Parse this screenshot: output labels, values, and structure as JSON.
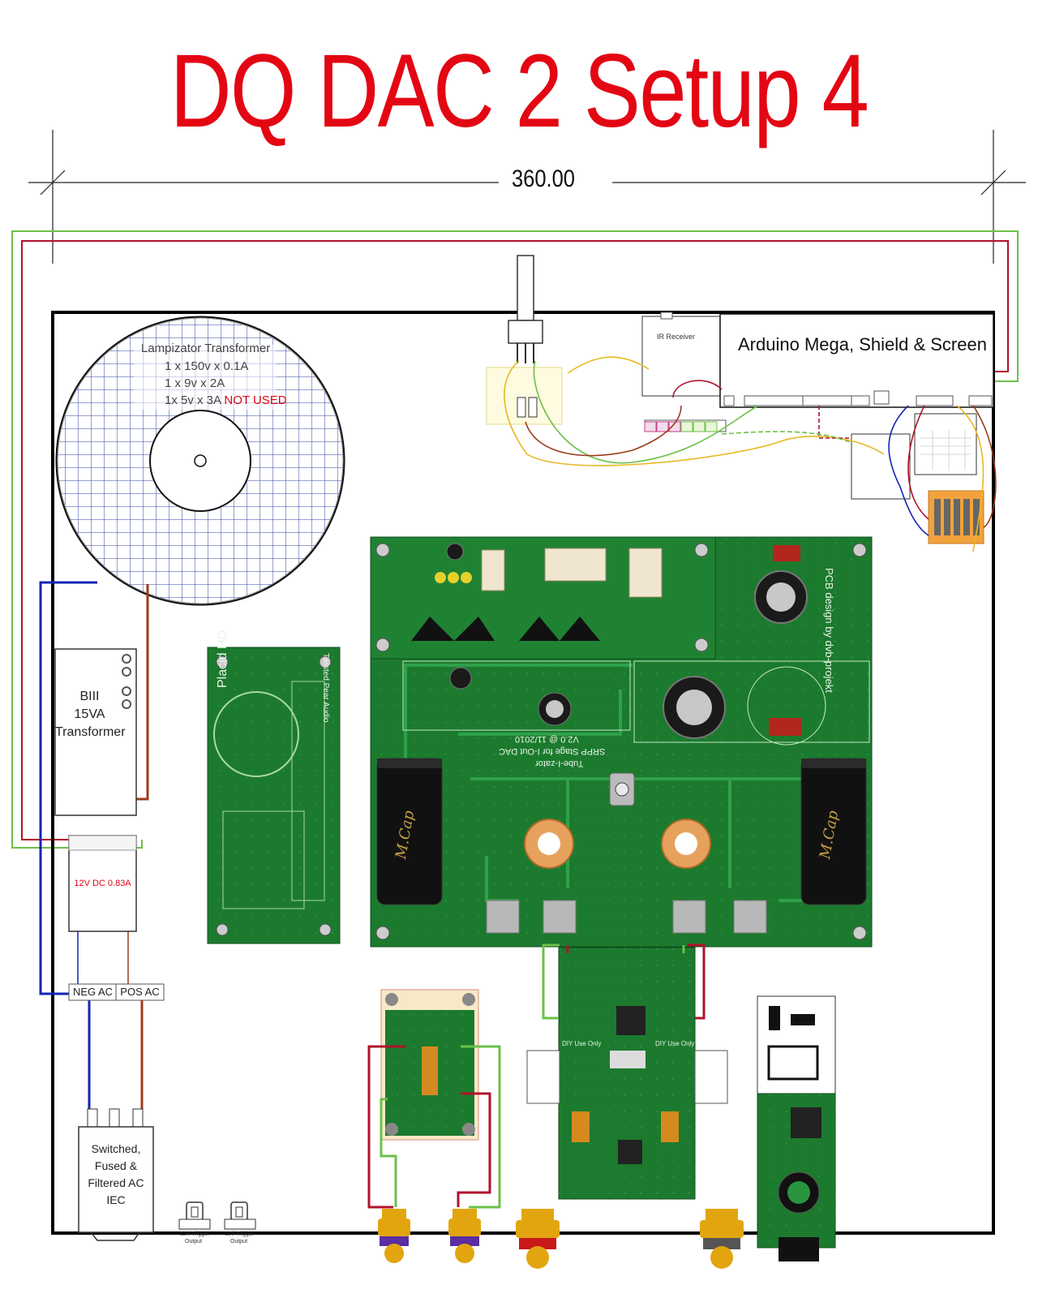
{
  "title": "DQ DAC 2 Setup 4",
  "dimension": "360.00",
  "colors": {
    "title": "#e30613",
    "pcb": "#1c7a2e",
    "wire_red": "#b0122b",
    "wire_green": "#6cc04a",
    "wire_blue": "#1424b4",
    "wire_brown": "#9c3b1a",
    "wire_yellow": "#e8b820"
  },
  "transformer": {
    "name": "Lampizator Transformer",
    "line1": "1 x 150v x 0.1A",
    "line2": "1 x 9v x 2A",
    "line3_prefix": "1x 5v x 3A",
    "line3_note": "NOT USED"
  },
  "arduino": {
    "label": "Arduino Mega, Shield & Screen",
    "ir": "IR Receiver"
  },
  "blocks": {
    "biii": [
      "BIII",
      "15VA",
      "Transformer"
    ],
    "psu": "12V DC 0.83A",
    "neg_ac": "NEG AC",
    "pos_ac": "POS AC",
    "iec": [
      "Switched,",
      "Fused &",
      "Filtered AC",
      "IEC"
    ],
    "trigger1": [
      "12V Trigger",
      "Output"
    ],
    "trigger2": [
      "12V Trigger",
      "Output"
    ]
  },
  "boards": {
    "main_pcb": "PCB design by dvb-projekt",
    "srpp": [
      "Tube-I-zator",
      "SRPP Stage for I-Out DAC",
      "V2.0 @ 11/2010"
    ],
    "placid": "Placid HD",
    "placid_brand": "Twisted Pear Audio",
    "dac_labels": [
      "DIY Use Only",
      "DIY Use Only"
    ]
  },
  "icons": [
    "rca-jack-icon",
    "potentiometer-icon",
    "toggle-switch-icon",
    "capacitor-icon",
    "tube-socket-icon"
  ]
}
